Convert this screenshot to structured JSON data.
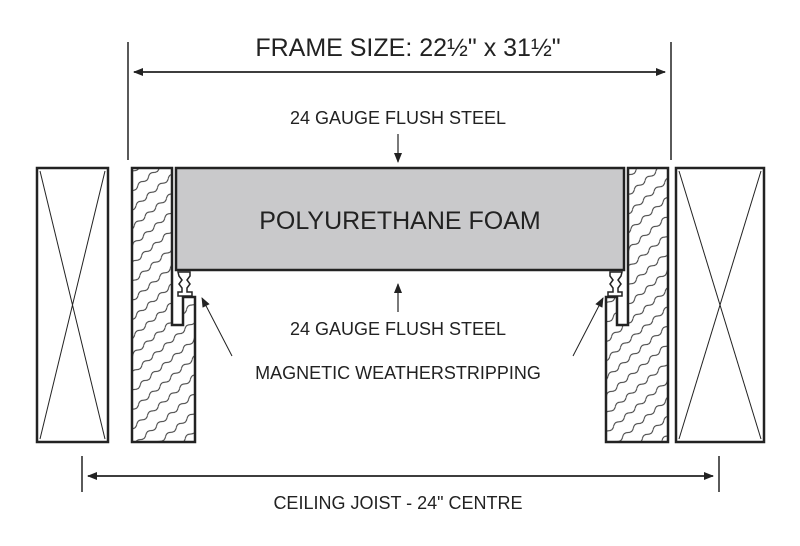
{
  "title": "FRAME SIZE: 22½\" x 31½\"",
  "top_steel_label": "24 GAUGE FLUSH STEEL",
  "foam_label": "POLYURETHANE FOAM",
  "bottom_steel_label": "24 GAUGE FLUSH STEEL",
  "weatherstrip_label": "MAGNETIC WEATHERSTRIPPING",
  "joist_label": "CEILING JOIST - 24\" CENTRE",
  "colors": {
    "foam": "#c9c9cb",
    "line": "#222222"
  }
}
